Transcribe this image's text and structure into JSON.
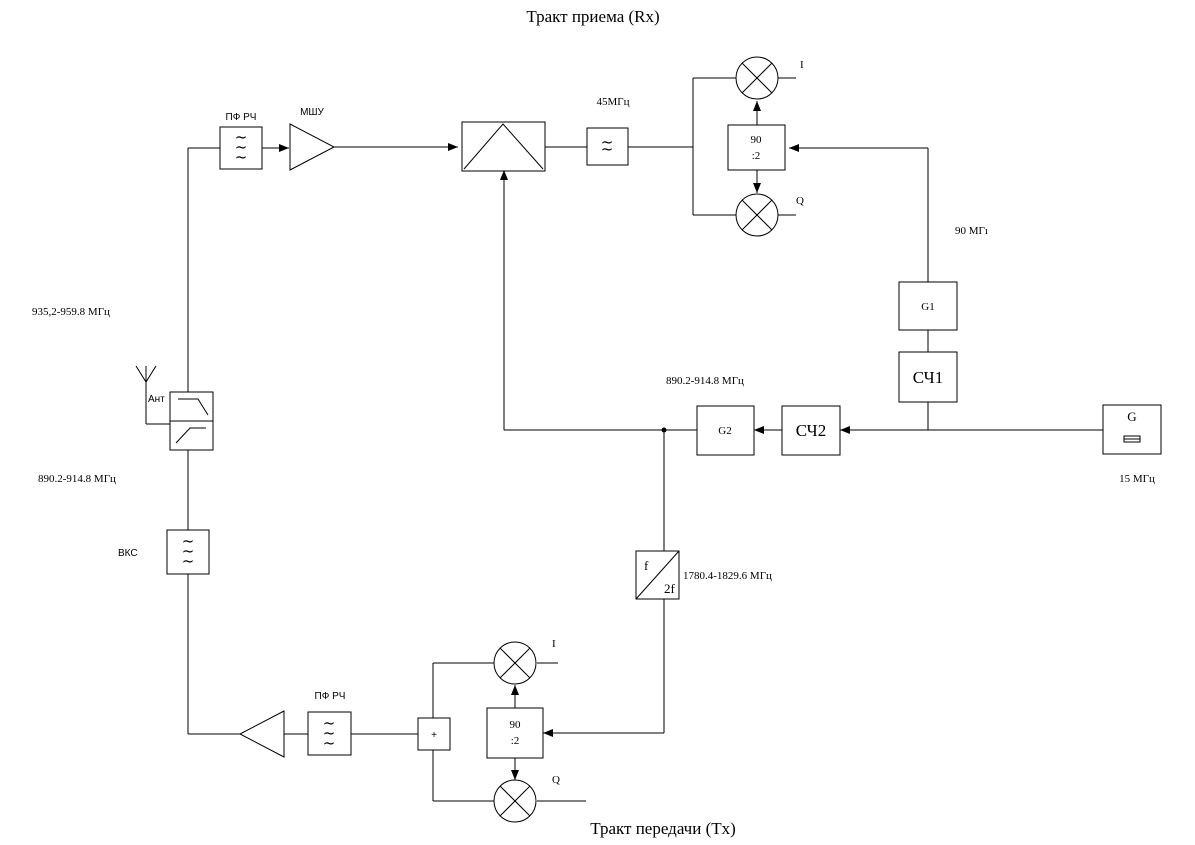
{
  "titles": {
    "rx": "Тракт приема (Rx)",
    "tx": "Тракт передачи (Tx)"
  },
  "labels": {
    "pf_rch_rx": "ПФ РЧ",
    "mshu": "МШУ",
    "if_freq": "45МГц",
    "i_rx": "I",
    "q_rx": "Q",
    "phase_rx_top": "90",
    "phase_rx_bottom": ":2",
    "lo1_freq": "90 МГı",
    "g1": "G1",
    "sch1": "СЧ1",
    "g": "G",
    "ref_freq": "15 МГц",
    "sch2": "СЧ2",
    "g2": "G2",
    "lo2_freq": "890.2-914.8 МГц",
    "rx_band": "935,2-959.8 МГц",
    "tx_band": "890.2-914.8 МГц",
    "antenna": "Ант",
    "vks": "ВКС",
    "doubler_top": "f",
    "doubler_bottom": "2f",
    "doubler_freq": "1780.4-1829.6 МГц",
    "pf_rch_tx": "ПФ РЧ",
    "i_tx": "I",
    "q_tx": "Q",
    "phase_tx_top": "90",
    "phase_tx_bottom": ":2",
    "summer": "+"
  },
  "icons": {
    "bandpass": "bandpass-filter-icon",
    "lowpass": "lowpass-filter-icon",
    "mixer": "mixer-icon",
    "amplifier": "amplifier-icon",
    "antenna": "antenna-icon",
    "crystal": "crystal-icon"
  }
}
